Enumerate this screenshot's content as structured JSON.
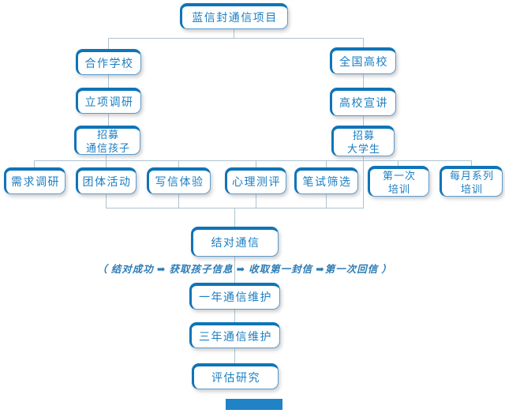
{
  "diagram_title": "蓝信封通信项目",
  "colors": {
    "accent_blue": "#0f74b8",
    "border_blue": "#5b9bd0",
    "text_blue": "#1b7ec2",
    "connector_gray": "#aec3d0",
    "annotation_blue": "#2d7bb5",
    "footer_bar_blue": "#1f83c5"
  },
  "nodes": [
    {
      "id": "root",
      "label": "蓝信封通信项目"
    },
    {
      "id": "partner-schools",
      "label": "合作学校"
    },
    {
      "id": "project-research",
      "label": "立项调研"
    },
    {
      "id": "recruit-children",
      "label": "招募\n通信孩子"
    },
    {
      "id": "national-universities",
      "label": "全国高校"
    },
    {
      "id": "campus-presentation",
      "label": "高校宣讲"
    },
    {
      "id": "recruit-students",
      "label": "招募\n大学生"
    },
    {
      "id": "demand-research",
      "label": "需求调研"
    },
    {
      "id": "group-activities",
      "label": "团体活动"
    },
    {
      "id": "letter-writing-experience",
      "label": "写信体验"
    },
    {
      "id": "psychological-assessment",
      "label": "心理测评"
    },
    {
      "id": "written-test-screening",
      "label": "笔试筛选"
    },
    {
      "id": "first-training",
      "label": "第一次\n培训"
    },
    {
      "id": "monthly-series-training",
      "label": "每月系列\n培训"
    },
    {
      "id": "paired-communication",
      "label": "结对通信"
    },
    {
      "id": "one-year-maintenance",
      "label": "一年通信维护"
    },
    {
      "id": "three-year-maintenance",
      "label": "三年通信维护"
    },
    {
      "id": "evaluation-research",
      "label": "评估研究"
    }
  ],
  "annotation": {
    "text": "（ 结对成功 ➡ 获取孩子信息 ➡ 收取第一封信 ➡第一次回信 ）"
  }
}
